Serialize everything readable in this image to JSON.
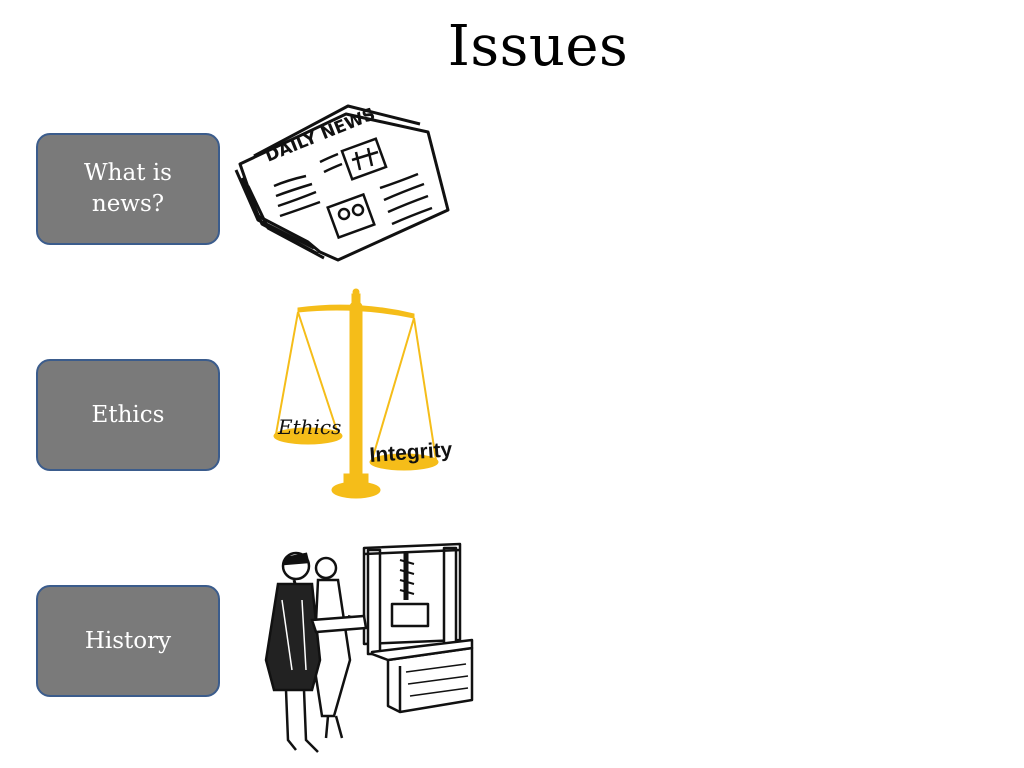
{
  "slide": {
    "title": "Issues",
    "topics": [
      {
        "label": "What is news?"
      },
      {
        "label": "Ethics"
      },
      {
        "label": "History"
      }
    ],
    "newspaper": {
      "masthead": "DAILY NEWS"
    },
    "scales": {
      "left_pan": "Ethics",
      "right_pan": "Integrity"
    }
  },
  "colors": {
    "button_fill": "#7a7a7a",
    "button_border": "#3b5c8c",
    "scale_gold": "#f5bd19"
  }
}
